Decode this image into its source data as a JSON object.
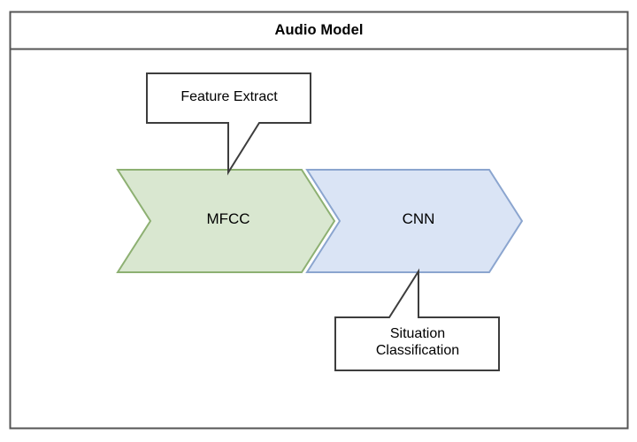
{
  "diagram": {
    "title": "Audio Model",
    "frame": {
      "stroke": "#555555",
      "fill": "#ffffff"
    },
    "stages": [
      {
        "id": "mfcc",
        "label": "MFCC",
        "shape": "chevron",
        "fill": "#d9e7d0",
        "stroke": "#8db072",
        "text_color": "#000000"
      },
      {
        "id": "cnn",
        "label": "CNN",
        "shape": "chevron",
        "fill": "#dae4f5",
        "stroke": "#8ba5cf",
        "text_color": "#000000"
      }
    ],
    "callouts": [
      {
        "id": "feature-extract",
        "label": "Feature Extract",
        "points_to": "mfcc",
        "direction": "down",
        "fill": "#ffffff",
        "stroke": "#3d3d3d"
      },
      {
        "id": "situation-classification",
        "label": "Situation\nClassification",
        "line1": "Situation",
        "line2": "Classification",
        "points_to": "cnn",
        "direction": "up",
        "fill": "#ffffff",
        "stroke": "#3d3d3d"
      }
    ]
  }
}
